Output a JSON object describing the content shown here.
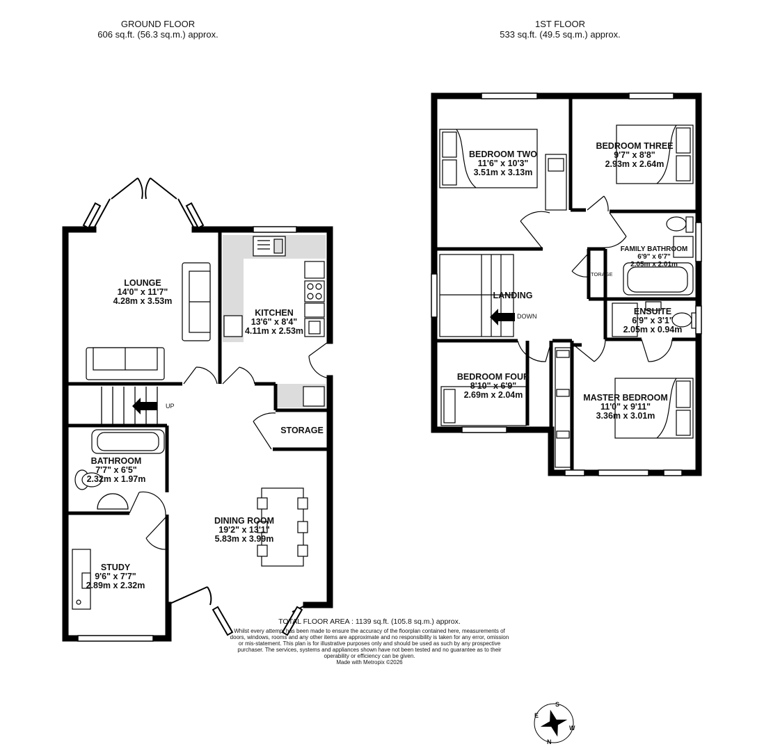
{
  "ground": {
    "title": "GROUND FLOOR",
    "area": "606 sq.ft. (56.3 sq.m.) approx.",
    "up_label": "UP",
    "rooms": [
      {
        "name": "LOUNGE",
        "imperial": "14'0\" x 11'7\"",
        "metric": "4.28m x 3.53m"
      },
      {
        "name": "KITCHEN",
        "imperial": "13'6\" x 8'4\"",
        "metric": "4.11m x 2.53m"
      },
      {
        "name": "STORAGE"
      },
      {
        "name": "BATHROOM",
        "imperial": "7'7\" x 6'5\"",
        "metric": "2.32m x 1.97m"
      },
      {
        "name": "DINING ROOM",
        "imperial": "19'2\" x 13'1\"",
        "metric": "5.83m x 3.99m"
      },
      {
        "name": "STUDY",
        "imperial": "9'6\" x 7'7\"",
        "metric": "2.89m x 2.32m"
      }
    ]
  },
  "first": {
    "title": "1ST FLOOR",
    "area": "533 sq.ft. (49.5 sq.m.) approx.",
    "down_label": "DOWN",
    "storage_label": "STORAGE",
    "rooms": [
      {
        "name": "BEDROOM TWO",
        "imperial": "11'6\" x 10'3\"",
        "metric": "3.51m x 3.13m"
      },
      {
        "name": "BEDROOM THREE",
        "imperial": "9'7\" x 8'8\"",
        "metric": "2.93m x 2.64m"
      },
      {
        "name": "FAMILY BATHROOM",
        "imperial": "6'9\" x 6'7\"",
        "metric": "2.05m x 2.01m"
      },
      {
        "name": "LANDING"
      },
      {
        "name": "ENSUITE",
        "imperial": "6'9\" x 3'1\"",
        "metric": "2.05m x 0.94m"
      },
      {
        "name": "BEDROOM FOUR",
        "imperial": "8'10\" x 6'9\"",
        "metric": "2.69m x 2.04m"
      },
      {
        "name": "MASTER BEDROOM",
        "imperial": "11'0\" x 9'11\"",
        "metric": "3.36m x 3.01m"
      }
    ]
  },
  "footer": {
    "total": "TOTAL FLOOR AREA : 1139 sq.ft. (105.8 sq.m.) approx.",
    "disclaimer": "Whilst every attempt has been made to ensure the accuracy of the floorplan contained here, measurements of doors, windows, rooms and any other items are approximate and no responsibility is taken for any error, omission or mis-statement. This plan is for illustrative purposes only and should be used as such by any prospective purchaser. The services, systems and appliances shown have not been tested and no guarantee as to their operability or efficiency can be given.",
    "credit": "Made with Metropix ©2026"
  },
  "compass": {
    "s": "S",
    "w": "W",
    "n": "N",
    "e": "E"
  }
}
